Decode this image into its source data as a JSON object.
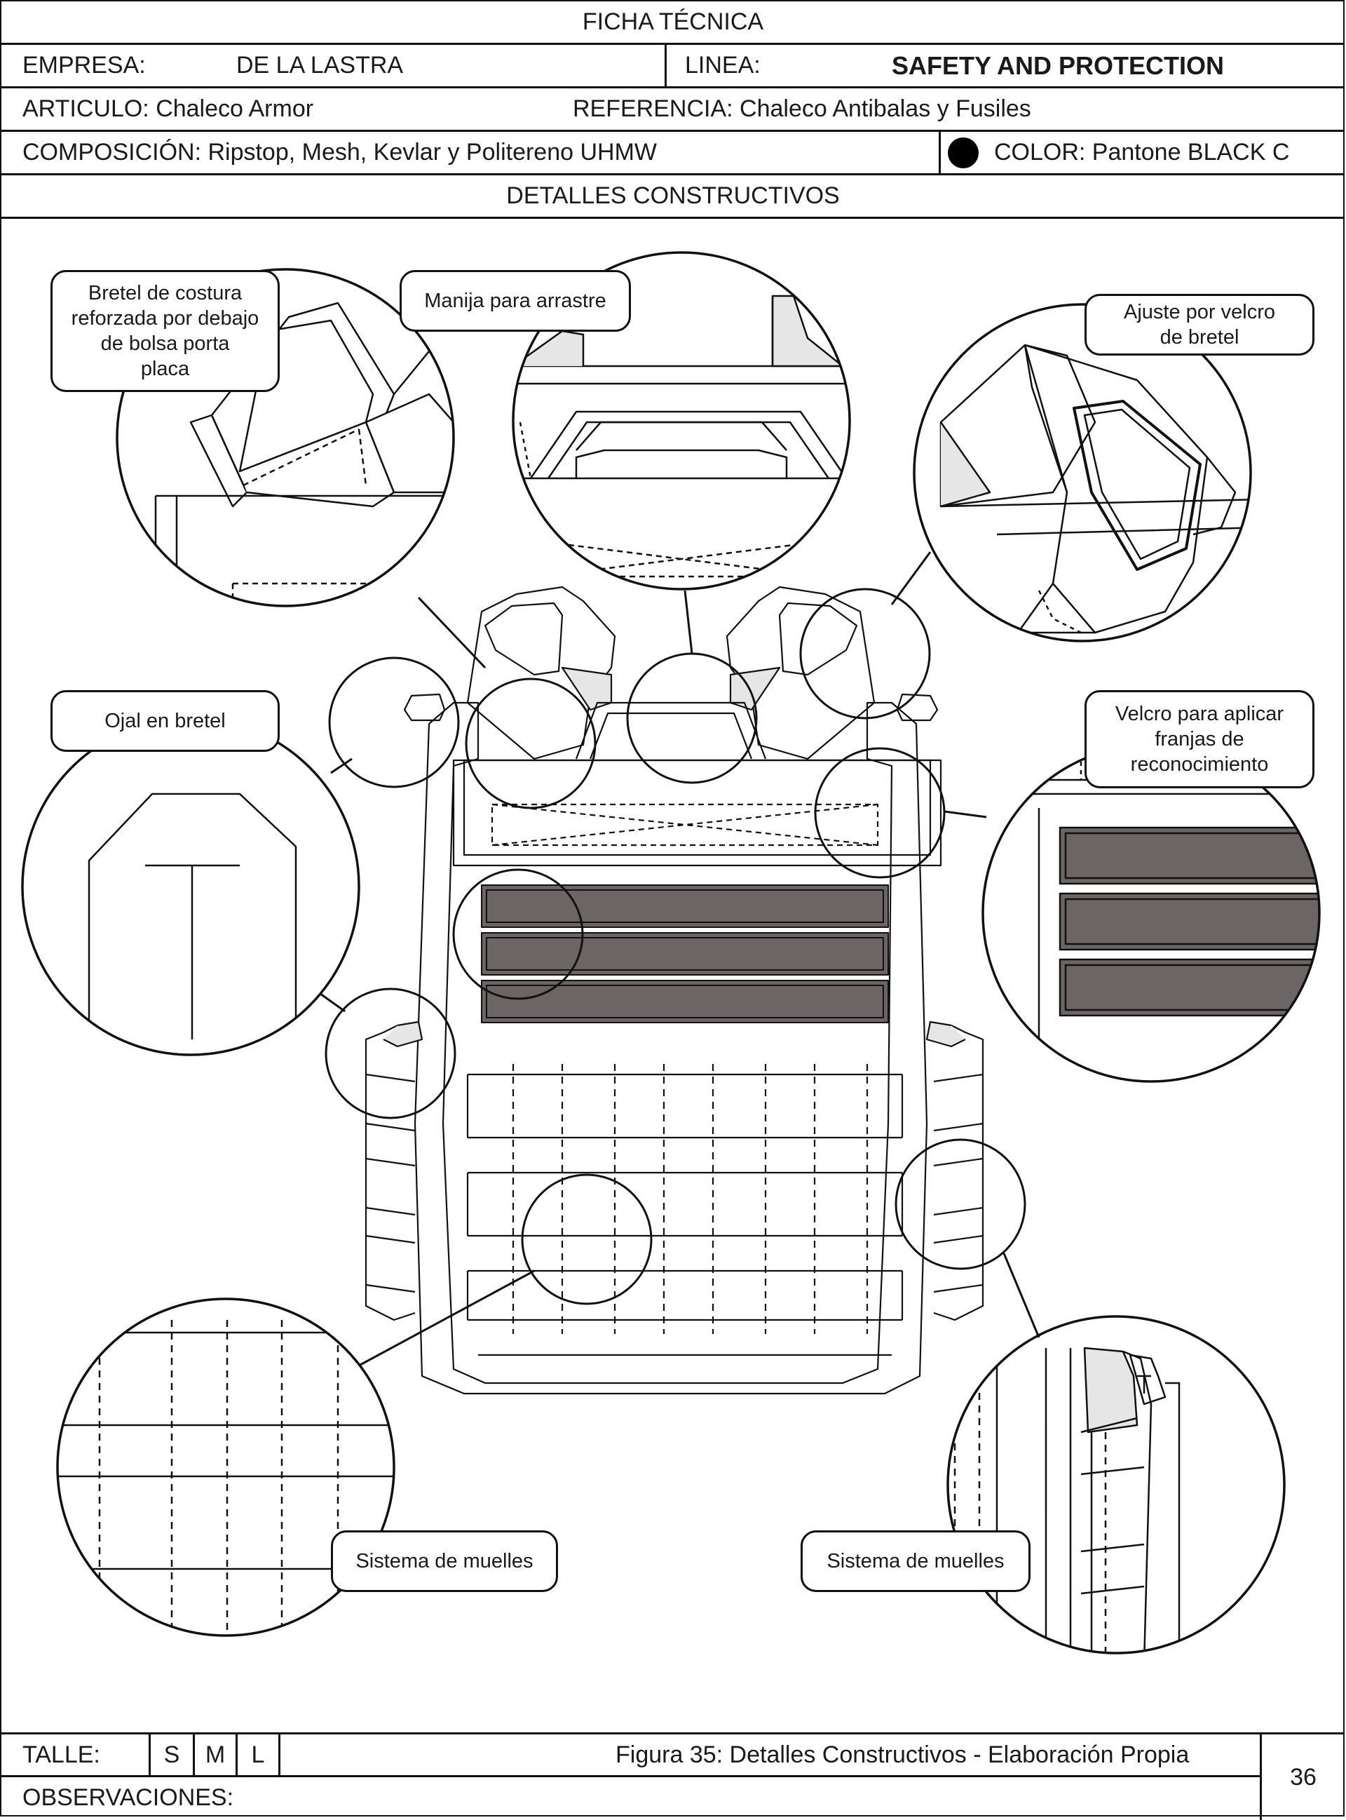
{
  "header": {
    "title": "FICHA TÉCNICA",
    "empresa_label": "EMPRESA:",
    "empresa_value": "DE LA LASTRA",
    "linea_label": "LINEA:",
    "linea_value": "SAFETY AND PROTECTION",
    "articulo": "ARTICULO: Chaleco Armor",
    "referencia": "REFERENCIA: Chaleco Antibalas y Fusiles",
    "composicion": "COMPOSICIÓN: Ripstop, Mesh, Kevlar y Politereno UHMW",
    "color": "COLOR: Pantone BLACK C",
    "section_title": "DETALLES CONSTRUCTIVOS"
  },
  "callouts": {
    "bretel": [
      "Bretel de costura",
      "reforzada por debajo",
      "de bolsa porta",
      "placa"
    ],
    "manija": "Manija para arrastre",
    "ajuste": [
      "Ajuste por velcro",
      "de bretel"
    ],
    "ojal": "Ojal en bretel",
    "velcro": [
      "Velcro para aplicar",
      "franjas de",
      "reconocimiento"
    ],
    "muelles_left": "Sistema de muelles",
    "muelles_right": "Sistema de muelles"
  },
  "footer": {
    "talle_label": "TALLE:",
    "sizes": [
      "S",
      "M",
      "L"
    ],
    "caption": "Figura 35: Detalles Constructivos - Elaboración Propia",
    "observaciones_label": "OBSERVACIONES:",
    "page_number": "36"
  },
  "colors": {
    "ink": "#111111",
    "patch": "#6b6665",
    "shade": "#e6e6e6",
    "swatch": "#000000"
  }
}
